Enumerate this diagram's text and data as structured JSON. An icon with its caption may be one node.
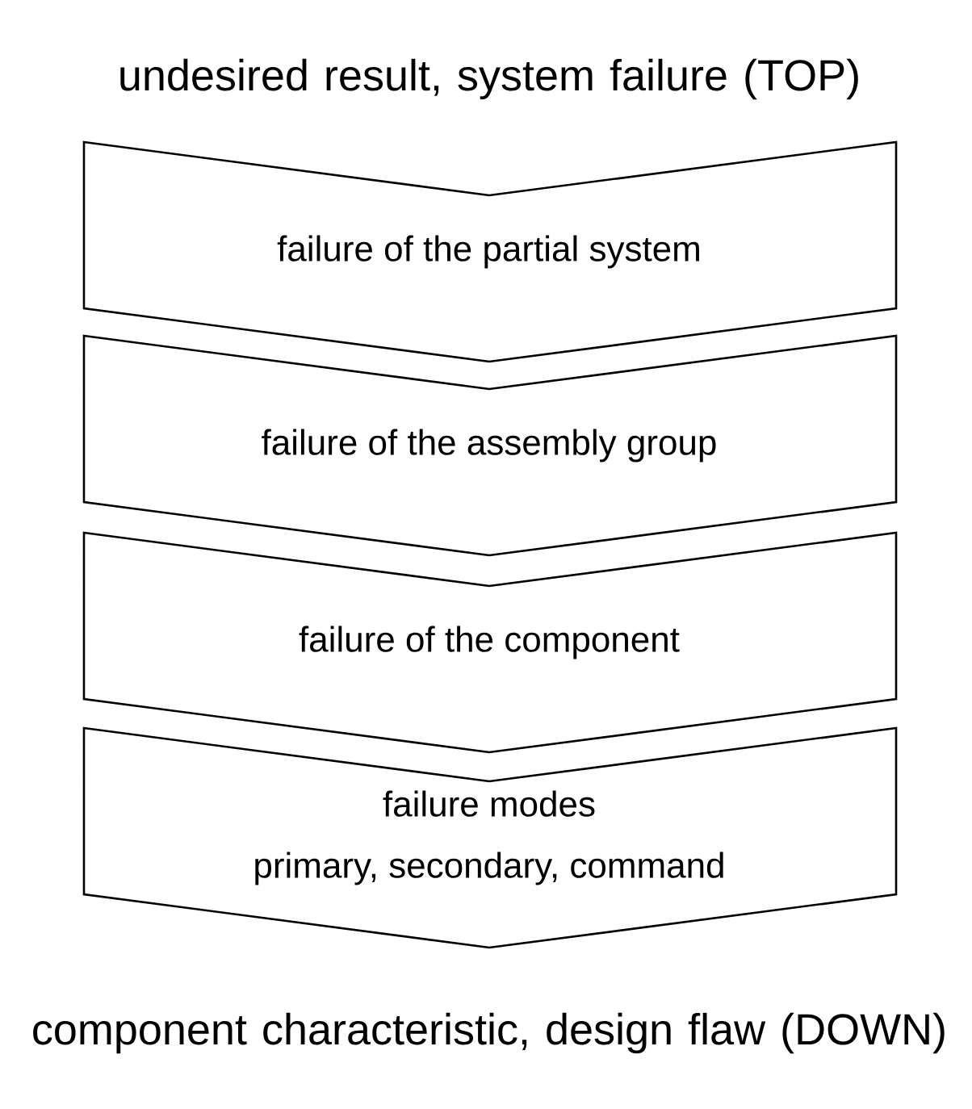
{
  "diagram": {
    "nodes": [
      {
        "text": [
          "failure of the partial system"
        ]
      },
      {
        "text": [
          "failure of the assembly group"
        ]
      },
      {
        "text": [
          "failure of the component"
        ]
      },
      {
        "text": [
          "failure modes",
          "primary, secondary, command"
        ]
      }
    ],
    "labels": [
      "undesired result, system failure (TOP)",
      "component characteristic, design flaw (DOWN)"
    ]
  }
}
